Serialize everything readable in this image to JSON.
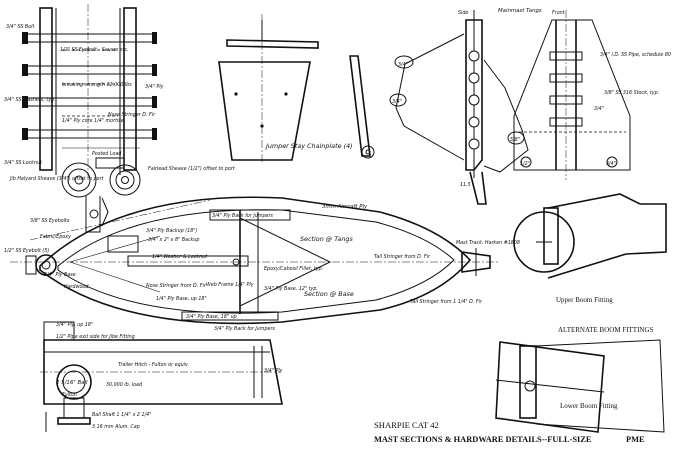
{
  "title_block": {
    "project": "SHARPIE CAT 42",
    "drawing_title": "MAST SECTIONS & HARDWARE DETAILS--FULL-SIZE",
    "designer": "PME"
  },
  "labels": {
    "ss_bolt": "3/4\" SS Bolt",
    "ss_washers": "3/4\" SS Washers, typ.",
    "ss_locknut": "3/4\" SS Locknut",
    "ss_eyebolt_top": "1/2\" SS Eyebolt - Sauser etc.",
    "ply_34": "3/4\" Ply",
    "breaking_strength": "breaking strength 12,000 lbs",
    "ply_core_mortise": "1/4\" Ply core 1/4\" mortise",
    "nose_stringer_top": "Nose Stringer D. Fir",
    "posted_load": "Posted Load",
    "jib_halyard_sheave": "Jib Halyard Sheave (3/4\") offset to port",
    "fairlead_sheave": "Fairlead Sheave (1/2\") offset to port",
    "ss_eyebolts_mid": "3/8\" SS Eyebolts",
    "fabric_epoxy": "Fabric/Epoxy",
    "ss_eyebolt_left": "1/2\" SS Eyebolt (5)",
    "hardwood": "Hardwood",
    "ply_base_left": "3/4\" Ply Base",
    "ply_backup_18": "3/4\" Ply Backup (18\")",
    "backup_34x2x8": "3/4\" x 2\" x 8\" Backup",
    "washer_locknut": "1/4\" Washer & Locknut",
    "ply_back_jumpers_top": "3/4\" Ply Back for Jumpers",
    "aircraft_ply": "3mm Aircraft Ply",
    "section_tangs": "Section @ Tangs",
    "epoxy_fillet": "Epoxy/Cabosil Fillet, typ.",
    "tail_stringer_top": "Tail Stringer from D. Fir",
    "mast_track": "Mast Track, Harken #1808",
    "nose_stringer_mid": "Nose Stringer from D. Fir",
    "web_frame": "Web Frame 1/4\" Ply",
    "ply_file_note": "3/4\" Ply Base, 12\" typ.",
    "section_base": "Section @ Base",
    "ply_base_18": "1/4\" Ply Base, up 18\"",
    "ply_base_lower": "3/4\" Ply Base, 18\" up",
    "ply_back_jumpers_bot": "3/4\" Ply Back for Jumpers",
    "tail_stringer_bot": "Tail Stringer from 1 1/4\" D. Fir",
    "ply_up_18": "3/4\" Ply, up 18\"",
    "pipe_exit": "1/2\" Pipe exit side for Jibe Fitting",
    "trailer_hitch": "Trailer Hitch - Fulton or equiv.",
    "load_30000": "30,000 lb. load",
    "ball_label": "2 5/16\" Ball",
    "fulton": "Fulton",
    "ball_shaft": "Ball Shaft 1 1/4\" x 2 1/4\"",
    "alum_cap": "3 16 mm Alum. Cap",
    "ply_vertical": "3/4\" Ply",
    "jumper_stay": "Jumper Stay Chainplate (4)",
    "side_label": "Side",
    "front_label": "Front",
    "mainmast_tangs": "Mainmast Tangs",
    "ss_pipe": "3/4\" I.D. SS Pipe, schedule 80",
    "ss_stock": "3/8\" SS 316 Stock, typ.",
    "dim_side": "11.5",
    "upper_boom": "Upper Boom Fitting",
    "alternate_boom": "ALTERNATE BOOM FITTINGS",
    "lower_boom": "Lower Boom Fitting"
  },
  "hole_labels": [
    "3/4\"",
    "3/4\"",
    "5/8\"",
    "1/2\"",
    "3/4\"",
    "3/4\""
  ]
}
